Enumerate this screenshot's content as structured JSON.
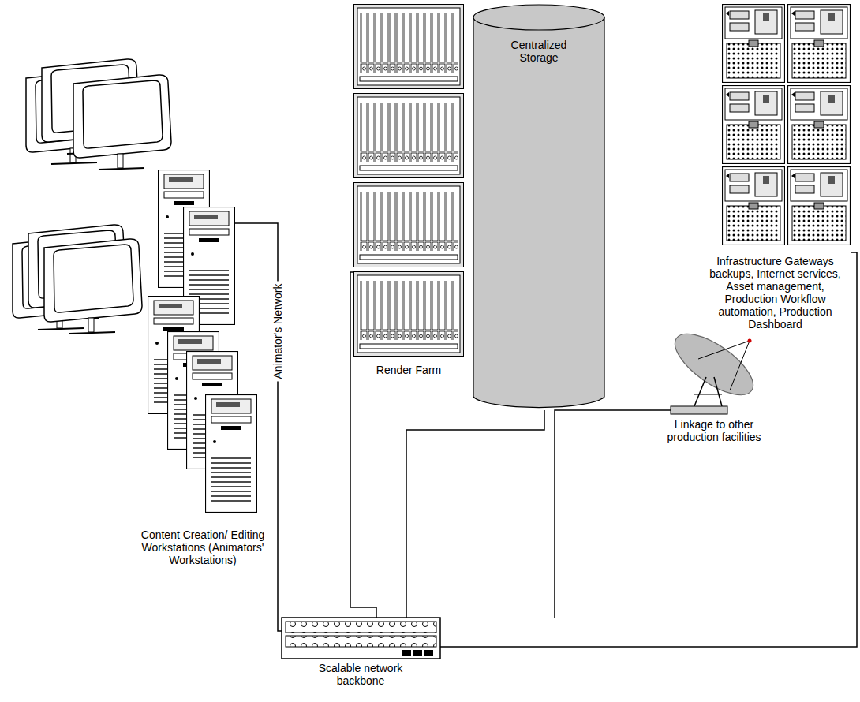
{
  "diagram": {
    "nodes": [
      {
        "text": [
          "Content Creation/ Editing Workstations (Animators' Workstations)"
        ]
      },
      {
        "text": [
          "Render Farm"
        ]
      },
      {
        "text": [
          "Centralized Storage"
        ]
      },
      {
        "text": [
          "Infrastructure Gateways backups, Internet services, Asset management, Production Workflow automation, Production Dashboard"
        ]
      },
      {
        "text": [
          "Linkage to other production facilities"
        ]
      },
      {
        "text": [
          "Scalable network backbone"
        ]
      }
    ],
    "edges": [
      {
        "from": 0,
        "to": 5,
        "label": "Animator's Network",
        "arrow": "none"
      },
      {
        "from": 1,
        "to": 5,
        "arrow": "none"
      },
      {
        "from": 2,
        "to": 5,
        "arrow": "none"
      },
      {
        "from": 4,
        "to": 5,
        "arrow": "none"
      },
      {
        "from": 3,
        "to": 5,
        "arrow": "none"
      }
    ]
  }
}
